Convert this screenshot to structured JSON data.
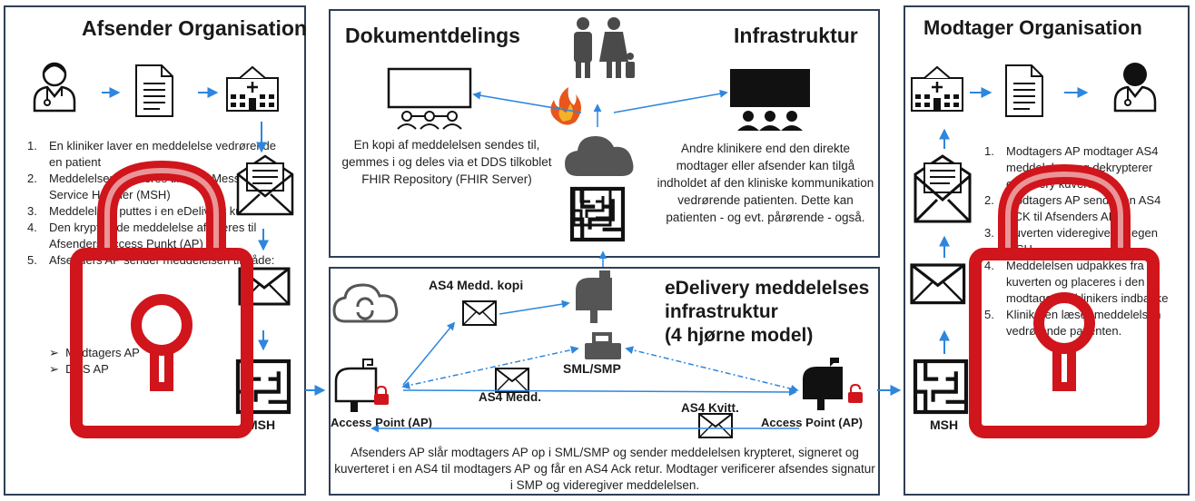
{
  "colors": {
    "border": "#2f3f55",
    "arrow": "#2e86de",
    "lock": "#d0151c",
    "icon": "#111111",
    "cloud": "#555555"
  },
  "left": {
    "title": "Afsender Organisation",
    "steps": [
      {
        "num": "1.",
        "text": "En kliniker laver en meddelelse vedrørende en patient"
      },
      {
        "num": "2.",
        "text": "Meddelelsen afleveres til egen Message Service Handler (MSH)"
      },
      {
        "num": "3.",
        "text": "Meddelelsen puttes i en eDelivery kuvert."
      },
      {
        "num": "4.",
        "text": "Den krypterede meddelelse afleveres til Afsenders Access Punkt (AP)"
      },
      {
        "num": "5.",
        "text": "Afsenders AP sender meddelelsen til både:"
      }
    ],
    "subitems": [
      "Modtagers AP",
      "DDS AP"
    ],
    "msh_label": "MSH"
  },
  "top": {
    "title_left": "Dokumentdelings",
    "title_right": "Infrastruktur",
    "left_text": "En kopi af meddelelsen sendes til, gemmes i og deles via et DDS tilkoblet FHIR Repository (FHIR Server)",
    "right_text": "Andre klinikere end den direkte modtager eller afsender kan tilgå indholdet af den kliniske kommunikation vedrørende patienten. Dette kan patienten - og evt. pårørende - også.",
    "fhir_label": "FHIR Repository"
  },
  "bottom": {
    "title_lines": [
      "eDelivery meddelelses",
      "infrastruktur",
      "(4 hjørne model)"
    ],
    "as4_copy": "AS4 Medd. kopi",
    "ap_label": "AP",
    "sml_label": "SML/SMP",
    "as4_medd": "AS4 Medd.",
    "as4_kvitt": "AS4 Kvitt.",
    "ap_left": "Access Point (AP)",
    "ap_right": "Access Point (AP)",
    "description": "Afsenders AP slår modtagers AP op i SML/SMP og sender meddelelsen krypteret, signeret og kuverteret i en AS4 til modtagers AP og får en AS4 Ack retur. Modtager verificerer afsendes signatur i SMP og videregiver meddelelsen."
  },
  "right": {
    "title": "Modtager Organisation",
    "steps": [
      {
        "num": "1.",
        "text": "Modtagers AP modtager AS4 meddelelsen og dekrypterer eDelivery kuverten"
      },
      {
        "num": "2.",
        "text": "Modtagers AP sender en AS4 ACK til Afsenders AP"
      },
      {
        "num": "3.",
        "text": "Kuverten videregives til egen MSH"
      },
      {
        "num": "4.",
        "text": "Meddelelsen udpakkes fra kuverten og placeres i den modtagende klinikers indbakke"
      },
      {
        "num": "5.",
        "text": "Klinikeren læser meddelelsen vedrørende patienten."
      }
    ],
    "msh_label": "MSH"
  }
}
